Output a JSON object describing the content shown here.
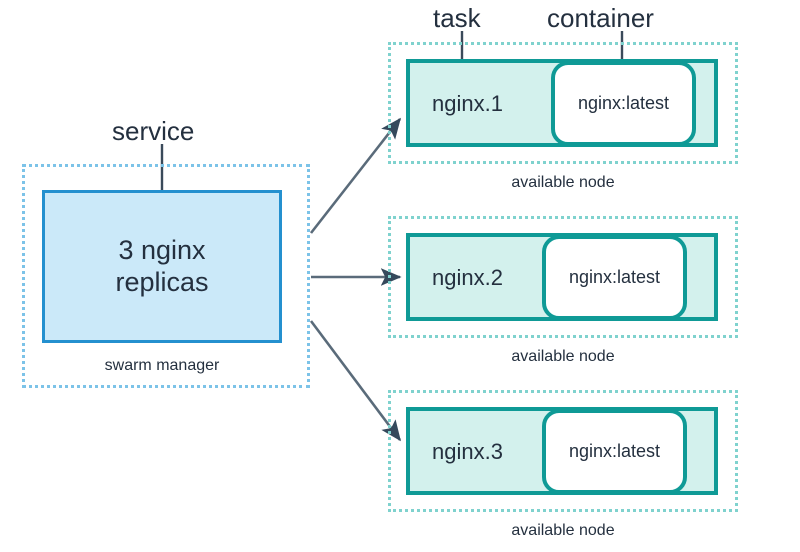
{
  "diagram": {
    "title_labels": {
      "service": "service",
      "task": "task",
      "container": "container"
    },
    "manager": {
      "caption": "swarm manager",
      "service_line_1": "3 nginx",
      "service_line_2": "replicas",
      "box_fill": "#cbe9f9",
      "box_border": "#2490cf",
      "dashed_border": "#7cc3e8"
    },
    "nodes": [
      {
        "task_label": "nginx.1",
        "container_label": "nginx:latest",
        "caption": "available node"
      },
      {
        "task_label": "nginx.2",
        "container_label": "nginx:latest",
        "caption": "available node"
      },
      {
        "task_label": "nginx.3",
        "container_label": "nginx:latest",
        "caption": "available node"
      }
    ],
    "node_style": {
      "task_fill": "#d3f1ed",
      "task_border": "#0f9a96",
      "dashed_border": "#7fd2ce",
      "container_fill": "#ffffff"
    },
    "arrow_color": "#5a6b7a",
    "leader_color": "#3a4a5a",
    "text_color": "#24303f"
  }
}
